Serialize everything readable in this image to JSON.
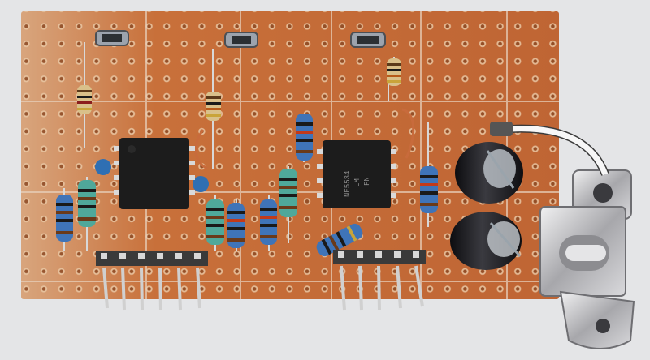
{
  "photo": {
    "subject": "perfboard-circuit",
    "colors": {
      "background": "#e4e5e7",
      "board": "#c8703a",
      "board_edge": "#e8c9a8",
      "copper_pad": "#b25a2a",
      "ic_body": "#1c1c1c",
      "resistor_blue": "#3f74b8",
      "resistor_teal": "#4fa89a",
      "resistor_beige": "#d9c08a",
      "capacitor": "#1d1d20",
      "metal": "#c9c9cc"
    }
  },
  "components": {
    "ic_left": {
      "marking": ""
    },
    "ic_right": {
      "marking_lines": [
        "NE5534",
        "LM",
        "FN"
      ]
    }
  }
}
